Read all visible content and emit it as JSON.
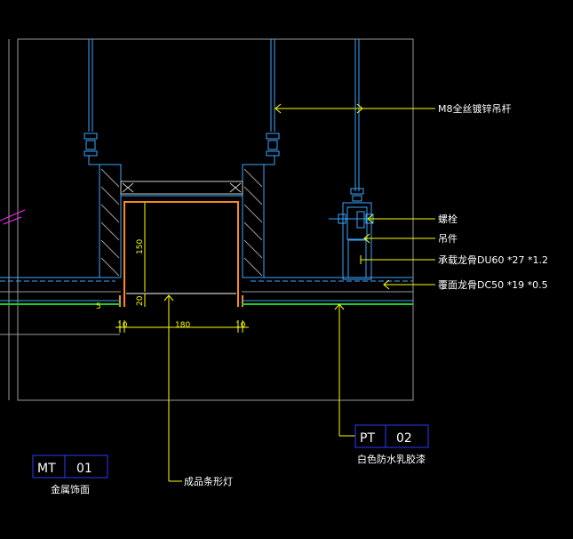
{
  "colors": {
    "background": "#000000",
    "frame": "#b0b0b0",
    "structure": "#3aa6ff",
    "leader": "#ffff00",
    "lamp": "#ff8a1a",
    "waterproof": "#22cc22",
    "tag_box": "#2a3cff",
    "magenta": "#ff2aff",
    "text": "#ffffff"
  },
  "annotations": {
    "hanger_rod": "M8全丝镀锌吊杆",
    "bolt": "螺栓",
    "hanger": "吊件",
    "main_keel": "承载龙骨DU60 *27 *1.2",
    "cover_keel": "覆面龙骨DC50 *19 *0.5",
    "lamp": "成品条形灯"
  },
  "dimensions": {
    "height_150": "150",
    "height_20": "20",
    "width_left": "10",
    "width_mid": "180",
    "width_right": "10",
    "small_left": "5"
  },
  "tags": {
    "mt": {
      "code": "MT",
      "num": "01",
      "caption": "金属饰面"
    },
    "pt": {
      "code": "PT",
      "num": "02",
      "caption": "白色防水乳胶漆"
    }
  }
}
